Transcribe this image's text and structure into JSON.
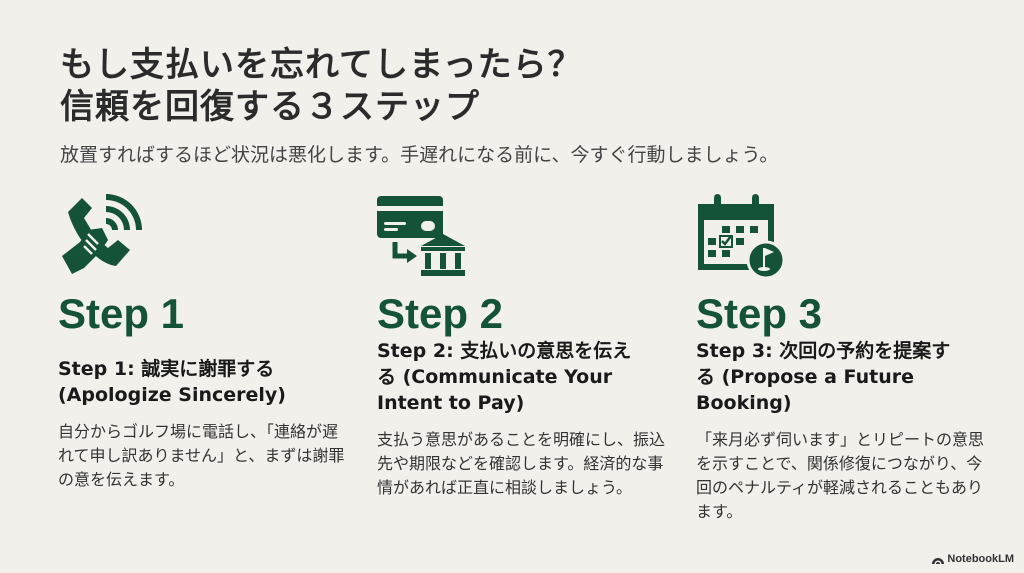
{
  "slide": {
    "title_line1": "もし支払いを忘れてしまったら？",
    "title_line2": "信頼を回復する３ステップ",
    "subtitle": "放置すればするほど状況は悪化します。手遅れになる前に、今すぐ行動しましょう。",
    "accent_color": "#145338",
    "background_color": "#f1f0eb"
  },
  "steps": [
    {
      "icon": "phone-hand-icon",
      "label": "Step 1",
      "heading": "Step 1: 誠実に謝罪する (Apologize Sincerely)",
      "body": "自分からゴルフ場に電話し、「連絡が遅れて申し訳ありません」と、まずは謝罪の意を伝えます。"
    },
    {
      "icon": "card-to-bank-icon",
      "label": "Step 2",
      "heading": "Step 2: 支払いの意思を伝える (Communicate Your Intent to Pay)",
      "body": "支払う意思があることを明確にし、振込先や期限などを確認します。経済的な事情があれば正直に相談しましょう。"
    },
    {
      "icon": "calendar-golf-icon",
      "label": "Step 3",
      "heading": "Step 3: 次回の予約を提案する (Propose a Future Booking)",
      "body": "「来月必ず伺います」とリピートの意思を示すことで、関係修復につながり、今回のペナルティが軽減されることもあります。"
    }
  ],
  "footer": {
    "brand": "NotebookLM"
  }
}
